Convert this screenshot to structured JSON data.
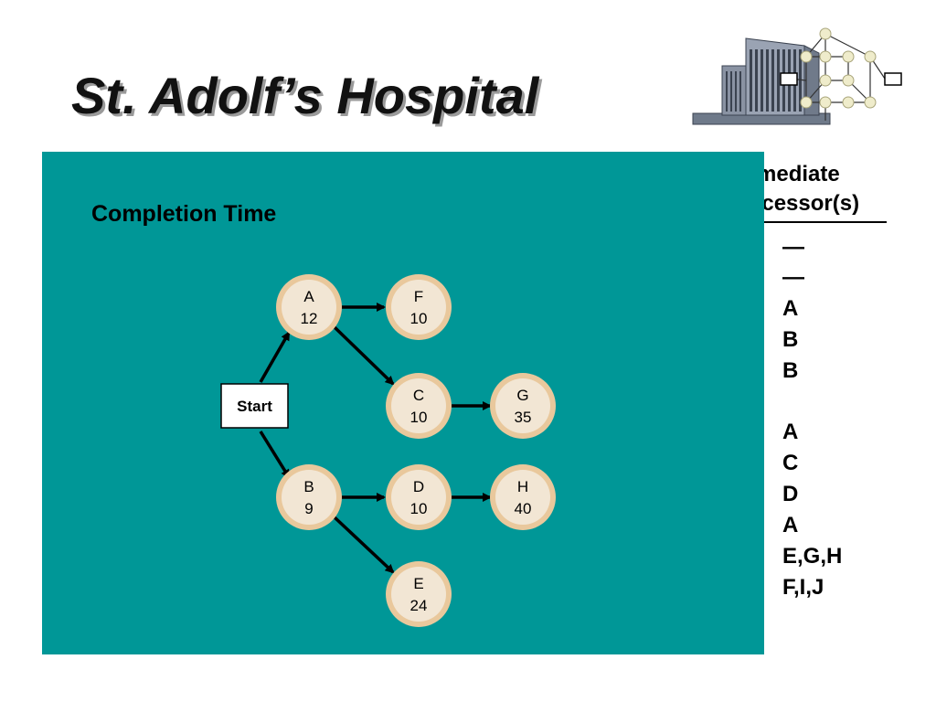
{
  "slide": {
    "title": "St. Adolf’s Hospital",
    "panel_label": "Completion Time"
  },
  "logo": {
    "icon": "hospital-network-icon"
  },
  "predecessors": {
    "header_line1": "mediate",
    "header_line2": "ecessor(s)",
    "items": [
      "—",
      "—",
      "A",
      "B",
      "B",
      "A",
      "C",
      "D",
      "A",
      "E,G,H",
      "F,I,J"
    ]
  },
  "network": {
    "start_label": "Start",
    "nodes": [
      {
        "id": "A",
        "time": "12"
      },
      {
        "id": "F",
        "time": "10"
      },
      {
        "id": "C",
        "time": "10"
      },
      {
        "id": "G",
        "time": "35"
      },
      {
        "id": "B",
        "time": "9"
      },
      {
        "id": "D",
        "time": "10"
      },
      {
        "id": "H",
        "time": "40"
      },
      {
        "id": "E",
        "time": "24"
      }
    ]
  },
  "colors": {
    "panel": "#009797",
    "node_fill": "#f2e6d4",
    "node_ring": "#e9c89c",
    "title_shadow": "#9a9a9a"
  }
}
